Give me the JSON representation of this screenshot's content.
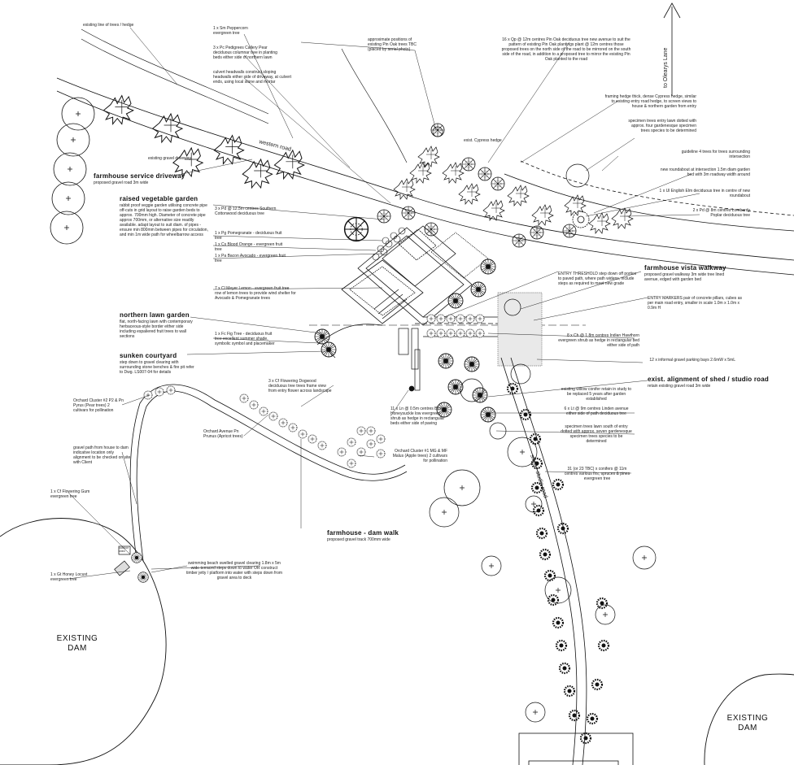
{
  "north": {
    "road_label": "to Olearys Lane"
  },
  "roads": {
    "western_road": "western road",
    "shed_road": "shed / studio road"
  },
  "dams": {
    "left": {
      "line1": "EXISTING",
      "line2": "DAM"
    },
    "right": {
      "line1": "EXISTING",
      "line2": "DAM"
    }
  },
  "main_labels": {
    "service_driveway": {
      "title": "farmhouse service driveway",
      "sub": "proposed gravel road 3m wide"
    },
    "veg_garden": {
      "title": "raised vegetable garden",
      "sub": "rabbit proof veggie garden utilising concrete pipe off-cuts in grid layout to raise garden beds to approx. 700mm high. Diameter of concrete pipe approx 700mm, or alternative size readily available. adapt layout to suit diam. of pipes - ensure min 800mm between pipes for circulation, and min 1m wide path for wheelbarrow access"
    },
    "northern_lawn": {
      "title": "northern lawn garden",
      "sub": "flat, north-facing lawn with contemporary herbaceous-style border either side including espaliered fruit trees to wall sections"
    },
    "sunken_courtyard": {
      "title": "sunken courtyard",
      "sub": "step down to gravel clearing with surrounding stone benches & fire pit refer to Dwg. LS007-04 for details"
    },
    "vista_walkway": {
      "title": "farmhouse vista walkway",
      "sub": "proposed gravel walkway 3m wide tree lined avenue, edged with garden bed"
    },
    "shed_road_alignment": {
      "title": "exist. alignment of shed / studio road",
      "sub": "retain existing gravel road 3m wide"
    },
    "dam_walk": {
      "title": "farmhouse - dam walk",
      "sub": "proposed gravel track 700mm wide"
    }
  },
  "notes": {
    "trees_hedge": "existing line of trees / hedge",
    "peppercorn": "1 x Sm Peppercorn evergreen tree",
    "callery_pear": "3 x Pc Pedigrees Callery Pear deciduous columnar tree in planting beds either side of northern lawn",
    "culvert": "culvert headwalls construct sloping headwalls either side of driveway, at culvert ends, using local stone and mortar",
    "gravel_driveway": "existing gravel driveway",
    "pin_oak_positions": "approximate positions of existing Pin Oak trees TBC (placed by aerial photo)",
    "pin_oak_avenue": "16 x Qp @ 12m centres Pin Oak deciduous tree new avenue to suit the pattern of existing Pin Oak plantings plant @ 12m centres those proposed trees on the north side of the road to be mirrored on the south side of the road, in addition to a proposed tree to mirror the existing Pin Oak planted to the road",
    "cypress_hedge": "exist. Cypress hedge",
    "framing_hedge": "framing hedge thick, dense Cypress hedge, similar to existing entry road hedge, to screen views to house & northern garden from entry",
    "specimen_trees_top": "specimen trees entry lawn dotted with approx. four gardenesque specimen trees species to be determined",
    "guideline_trees": "guideline 4 trees for trees surrounding intersection",
    "roundabout": "new roundabout at intersection 1.5m diam garden bed with 3m roadway width around",
    "english_elm": "1 x Ul English Elm deciduous tree in centre of new roundabout",
    "cottonwood": "3 x Pd @ 12.5m centres Southern Cottonwood deciduous tree",
    "lombardy": "2 x Pd @ 8m centres Lombardy Poplar deciduous tree",
    "pomegranate": "1 x Pg Pomegranate - deciduous fruit tree",
    "blood_orange": "1 x Cs Blood Orange - evergreen fruit tree",
    "bacon_avocado": "1 x Pa Bacon Avocado - evergreen fruit tree",
    "meyer_lemon": "7 x Cl Meyer Lemon - evergreen fruit tree row of lemon trees to provide wind shelter for Avocado & Pomegranate trees",
    "entry_threshold": "ENTRY THRESHOLD step down off portico to paved path, where path widens, include steps as required to meet new grade",
    "entry_markers": "ENTRY MARKERS pair of concrete pillars, cubes as per main road entry, smaller in scale 1.0m x 1.0m x 0.9m H",
    "fig_tree": "1 x Fc Fig Tree - deciduous fruit tree excellent summer shade, symbolic symbol and placemaker",
    "hawthorn": "8 x Ch @ 1.8m centres Indian Hawthorn evergreen shrub as hedge in rectangular bed either side of path",
    "parking": "12 x informal gravel parking bays 2.6mW x 5mL",
    "flowering_dogwood": "3 x Cf Flowering Dogwood deciduous tree trees frame view from entry flower across landscape",
    "box_honeysuckle": "11 x Ln @ 0.5m centres Box Honeysuckle low evergreen shrub as hedge in rectangular beds either side of paving",
    "lombardy_replace": "existing willow conifer retain in study to be replaced 5 years after garden established",
    "linden": "6 x Lt @ 9m centres Linden avenue either side of path deciduous tree",
    "specimen_trees_mid": "specimen trees lawn south of entry dotted with approx. seven gardenesque specimen trees species to be determined",
    "conifers": "31 (or 23 TBC) x conifers @ 11m centres various firs, spruces & pines evergreen tree",
    "orchard_2": "Orchard Cluster #2 P2 & Pn Pyrus (Pear trees) 2 cultivars for pollination",
    "orchard_avenue": "Orchard Avenue Pn Prunus (Apricot trees)",
    "orchard_1": "Orchard Cluster #1 MG & MF Malus (Apple trees) 2 cultivars for pollination",
    "gravel_path": "gravel path from house to dam indicative location only alignment to be checked on site with Client",
    "flowering_gum": "1 x Cf Flowering Gum evergreen tree",
    "honey_locust": "1 x Gt Honey Locust evergreen tree",
    "outdoor_shed": "outdoor shed",
    "swimming_beach": "swimming beach swelled gravel clearing 1.8m x 5m wide terraced steps down to water OR construct timber jetty / platform into water with steps down from gravel area to deck"
  }
}
